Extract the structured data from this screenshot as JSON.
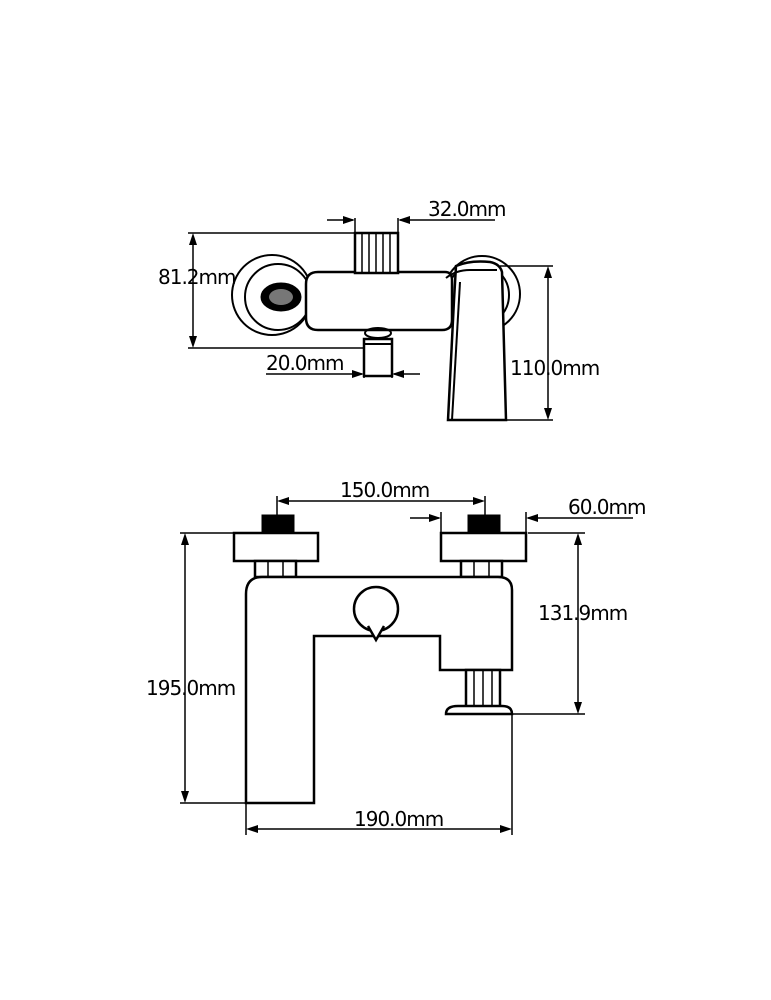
{
  "top_view": {
    "dimensions": {
      "outlet_width": "32.0mm",
      "body_height": "81.2mm",
      "diverter_width": "20.0mm",
      "handle_height": "110.0mm"
    }
  },
  "front_view": {
    "dimensions": {
      "centers": "150.0mm",
      "connector_width": "60.0mm",
      "spout_height": "131.9mm",
      "total_height": "195.0mm",
      "total_width": "190.0mm"
    }
  }
}
